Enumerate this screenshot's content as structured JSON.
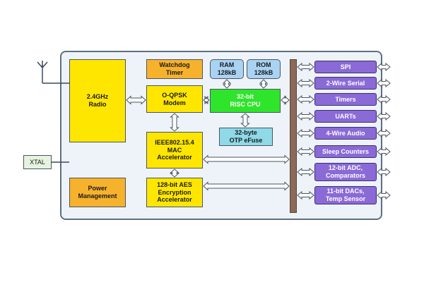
{
  "blocks": {
    "radio": "2.4GHz\nRadio",
    "watchdog": "Watchdog\nTimer",
    "oqpsk": "O-QPSK\nModem",
    "mac": "IEEE802.15.4\nMAC\nAccelerator",
    "aes": "128-bit AES\nEncryption\nAccelerator",
    "power": "Power\nManagement",
    "ram": "RAM\n128kB",
    "rom": "ROM\n128kB",
    "cpu": "32-bit\nRISC CPU",
    "otp": "32-byte\nOTP eFuse",
    "xtal": "XTAL"
  },
  "peripherals": [
    "SPI",
    "2-Wire Serial",
    "Timers",
    "UARTs",
    "4-Wire Audio",
    "Sleep Counters",
    "12-bit ADC,\nComparators",
    "11-bit DACs,\nTemp Sensor"
  ],
  "colors": {
    "yellow": "#ffe600",
    "orange": "#f6b22c",
    "green": "#2fe52c",
    "purple": "#8a6ad6",
    "bus": "#8a6a58"
  },
  "icons": [
    "antenna-icon",
    "double-arrow-icon"
  ]
}
